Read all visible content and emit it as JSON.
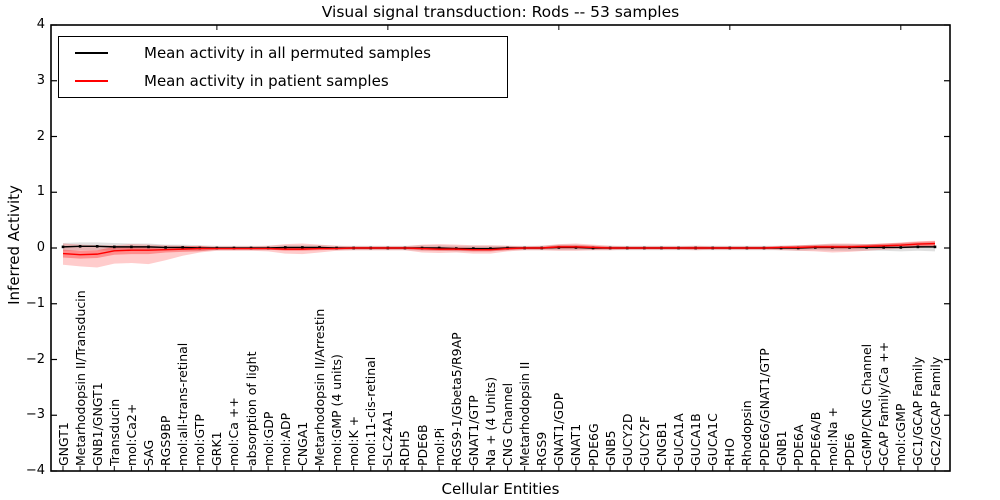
{
  "title": "Visual signal transduction: Rods -- 53 samples",
  "legend": [
    {
      "label": "Mean activity in all permuted samples",
      "color": "#000000"
    },
    {
      "label": "Mean activity in patient samples",
      "color": "#ff0000"
    }
  ],
  "chart_data": {
    "type": "line",
    "title": "Visual signal transduction: Rods -- 53 samples",
    "xlabel": "Cellular Entities",
    "ylabel": "Inferred Activity",
    "ylim": [
      -4,
      4
    ],
    "ytick_labels": [
      "4",
      "3",
      "2",
      "1",
      "0",
      "−1",
      "−2",
      "−3",
      "−4"
    ],
    "ytick_values": [
      4,
      3,
      2,
      1,
      0,
      -1,
      -2,
      -3,
      -4
    ],
    "grid": false,
    "legend_position": "upper left",
    "categories": [
      "GNGT1",
      "Metarhodopsin II/Transducin",
      "GNB1/GNGT1",
      "Transducin",
      "mol:Ca2+",
      "SAG",
      "RGS9BP",
      "mol:all-trans-retinal",
      "mol:GTP",
      "GRK1",
      "mol:Ca ++",
      "absorption of light",
      "mol:GDP",
      "mol:ADP",
      "CNGA1",
      "Metarhodopsin II/Arrestin",
      "mol:GMP (4 units)",
      "mol:K +",
      "mol:11-cis-retinal",
      "SLC24A1",
      "RDH5",
      "PDE6B",
      "mol:Pi",
      "RGS9-1/Gbeta5/R9AP",
      "GNAT1/GTP",
      "Na + (4 Units)",
      "CNG Channel",
      "Metarhodopsin II",
      "RGS9",
      "GNAT1/GDP",
      "GNAT1",
      "PDE6G",
      "GNB5",
      "GUCY2D",
      "GUCY2F",
      "CNGB1",
      "GUCA1A",
      "GUCA1B",
      "GUCA1C",
      "RHO",
      "Rhodopsin",
      "PDE6G/GNAT1/GTP",
      "GNB1",
      "PDE6A",
      "PDE6A/B",
      "mol:Na +",
      "PDE6",
      "cGMP/CNG Channel",
      "GCAP Family/Ca ++",
      "mol:cGMP",
      "GC1/GCAP Family",
      "GC2/GCAP Family"
    ],
    "series": [
      {
        "name": "Mean activity in all permuted samples",
        "color": "#000000",
        "marker": "square",
        "values": [
          0.02,
          0.03,
          0.03,
          0.02,
          0.02,
          0.02,
          0.01,
          0.01,
          0.0,
          0.0,
          0.0,
          0.0,
          0.0,
          0.01,
          0.01,
          0.01,
          0.0,
          0.0,
          0.0,
          0.0,
          0.0,
          0.0,
          0.0,
          -0.01,
          -0.01,
          -0.01,
          0.0,
          0.0,
          0.0,
          0.01,
          0.01,
          0.0,
          0.0,
          0.0,
          0.0,
          0.0,
          0.0,
          0.0,
          0.0,
          0.0,
          0.0,
          0.0,
          0.0,
          0.0,
          0.01,
          0.01,
          0.01,
          0.01,
          0.01,
          0.01,
          0.02,
          0.02
        ]
      },
      {
        "name": "Mean activity in patient samples",
        "color": "#ff0000",
        "marker": "none",
        "values": [
          -0.1,
          -0.12,
          -0.11,
          -0.05,
          -0.04,
          -0.04,
          -0.03,
          -0.02,
          -0.01,
          -0.01,
          -0.01,
          -0.01,
          -0.01,
          -0.02,
          -0.02,
          -0.01,
          -0.01,
          0.0,
          0.0,
          0.0,
          0.0,
          -0.01,
          -0.02,
          -0.02,
          -0.03,
          -0.03,
          -0.01,
          0.0,
          0.0,
          0.02,
          0.02,
          0.01,
          0.0,
          0.0,
          0.0,
          0.0,
          0.0,
          0.0,
          0.0,
          0.0,
          0.0,
          0.0,
          0.01,
          0.01,
          0.02,
          0.02,
          0.02,
          0.03,
          0.04,
          0.05,
          0.07,
          0.08
        ]
      }
    ],
    "bands": [
      {
        "name": "permuted-samples-std-band",
        "color": "#000000",
        "opacity": 0.12,
        "upper": [
          0.09,
          0.1,
          0.1,
          0.09,
          0.08,
          0.08,
          0.06,
          0.06,
          0.05,
          0.04,
          0.04,
          0.04,
          0.04,
          0.05,
          0.05,
          0.05,
          0.04,
          0.04,
          0.04,
          0.04,
          0.04,
          0.05,
          0.05,
          0.04,
          0.04,
          0.04,
          0.04,
          0.04,
          0.04,
          0.06,
          0.06,
          0.04,
          0.04,
          0.04,
          0.04,
          0.04,
          0.04,
          0.04,
          0.04,
          0.04,
          0.04,
          0.04,
          0.04,
          0.05,
          0.06,
          0.07,
          0.07,
          0.07,
          0.07,
          0.08,
          0.09,
          0.1
        ],
        "lower": [
          -0.05,
          -0.04,
          -0.04,
          -0.05,
          -0.04,
          -0.04,
          -0.04,
          -0.04,
          -0.05,
          -0.04,
          -0.04,
          -0.04,
          -0.04,
          -0.03,
          -0.03,
          -0.03,
          -0.04,
          -0.04,
          -0.04,
          -0.04,
          -0.04,
          -0.05,
          -0.05,
          -0.06,
          -0.06,
          -0.06,
          -0.04,
          -0.04,
          -0.04,
          -0.04,
          -0.04,
          -0.04,
          -0.04,
          -0.04,
          -0.04,
          -0.04,
          -0.04,
          -0.04,
          -0.04,
          -0.04,
          -0.04,
          -0.04,
          -0.04,
          -0.05,
          -0.04,
          -0.05,
          -0.05,
          -0.05,
          -0.05,
          -0.06,
          -0.05,
          -0.06
        ]
      },
      {
        "name": "patient-samples-std-band-outer",
        "color": "#ff0000",
        "opacity": 0.2,
        "upper": [
          0.08,
          0.06,
          0.05,
          0.05,
          0.07,
          0.06,
          0.05,
          0.04,
          0.03,
          0.03,
          0.03,
          0.03,
          0.04,
          0.07,
          0.08,
          0.06,
          0.04,
          0.03,
          0.03,
          0.03,
          0.03,
          0.06,
          0.07,
          0.06,
          0.05,
          0.05,
          0.04,
          0.03,
          0.04,
          0.07,
          0.08,
          0.06,
          0.04,
          0.03,
          0.03,
          0.03,
          0.03,
          0.04,
          0.03,
          0.03,
          0.03,
          0.03,
          0.04,
          0.05,
          0.06,
          0.08,
          0.08,
          0.07,
          0.08,
          0.1,
          0.12,
          0.13
        ],
        "lower": [
          -0.3,
          -0.33,
          -0.35,
          -0.28,
          -0.27,
          -0.29,
          -0.22,
          -0.14,
          -0.08,
          -0.05,
          -0.05,
          -0.05,
          -0.06,
          -0.1,
          -0.11,
          -0.08,
          -0.05,
          -0.04,
          -0.04,
          -0.04,
          -0.04,
          -0.08,
          -0.09,
          -0.08,
          -0.1,
          -0.1,
          -0.06,
          -0.04,
          -0.04,
          -0.05,
          -0.05,
          -0.04,
          -0.04,
          -0.03,
          -0.03,
          -0.03,
          -0.03,
          -0.04,
          -0.03,
          -0.03,
          -0.03,
          -0.03,
          -0.04,
          -0.05,
          -0.06,
          -0.08,
          -0.07,
          -0.05,
          -0.03,
          -0.01,
          0.0,
          0.02
        ]
      },
      {
        "name": "patient-samples-std-band-inner",
        "color": "#ff0000",
        "opacity": 0.3,
        "upper": [
          -0.03,
          -0.05,
          -0.04,
          0.02,
          0.03,
          0.03,
          0.02,
          0.03,
          0.04,
          0.01,
          0.01,
          0.01,
          0.01,
          0.01,
          0.01,
          0.02,
          0.01,
          0.02,
          0.02,
          0.02,
          0.02,
          0.02,
          0.01,
          0.01,
          0.0,
          0.0,
          0.02,
          0.02,
          0.02,
          0.05,
          0.05,
          0.04,
          0.02,
          0.02,
          0.02,
          0.02,
          0.02,
          0.02,
          0.02,
          0.02,
          0.02,
          0.02,
          0.03,
          0.04,
          0.05,
          0.05,
          0.05,
          0.06,
          0.08,
          0.09,
          0.11,
          0.12
        ],
        "lower": [
          -0.17,
          -0.19,
          -0.18,
          -0.12,
          -0.11,
          -0.11,
          -0.08,
          -0.07,
          -0.06,
          -0.03,
          -0.03,
          -0.03,
          -0.03,
          -0.05,
          -0.05,
          -0.04,
          -0.03,
          -0.02,
          -0.02,
          -0.02,
          -0.02,
          -0.04,
          -0.05,
          -0.05,
          -0.06,
          -0.06,
          -0.04,
          -0.02,
          -0.02,
          -0.01,
          -0.01,
          -0.02,
          -0.02,
          -0.02,
          -0.02,
          -0.02,
          -0.02,
          -0.02,
          -0.02,
          -0.02,
          -0.02,
          -0.02,
          -0.01,
          -0.02,
          -0.01,
          -0.01,
          -0.01,
          0.0,
          0.0,
          0.01,
          0.03,
          0.04
        ]
      }
    ]
  }
}
